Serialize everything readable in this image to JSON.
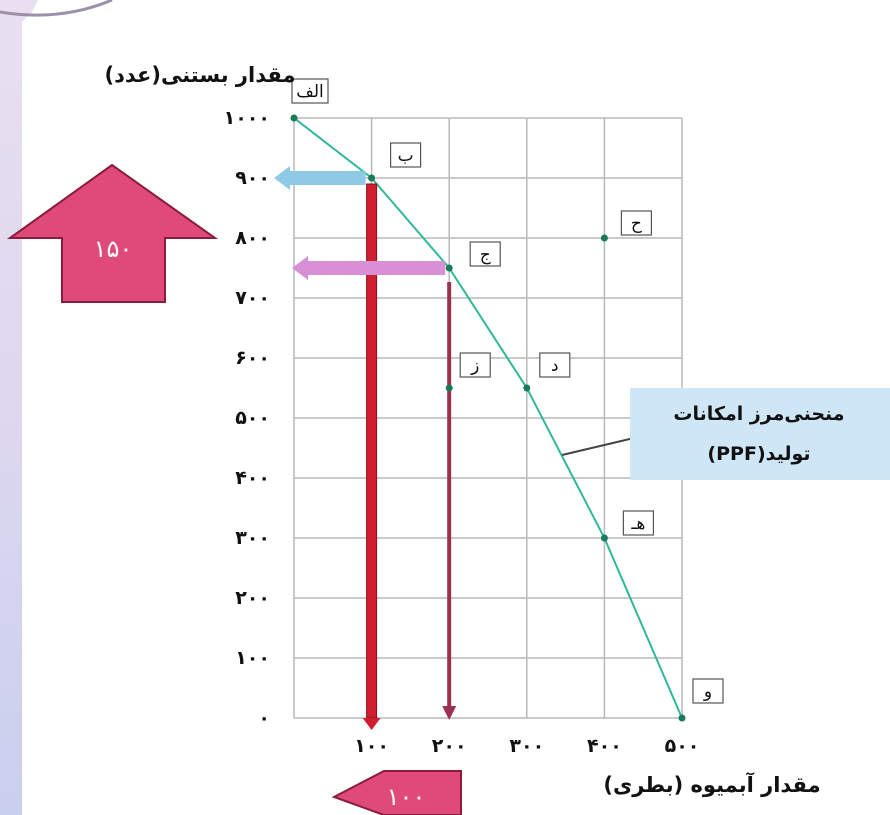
{
  "colors": {
    "curve": "#2fb89a",
    "grid": "#b9b9b9",
    "point": "#1a7a5c",
    "red_line": "#d01d2f",
    "maroon_line": "#9b3150",
    "blue_arrow": "#8ecae6",
    "pink_arrow": "#d98fd6",
    "callout_arrow": "#e04a78",
    "callout_box": "#cfe6f7"
  },
  "chart_data": {
    "type": "line",
    "title": "",
    "ylabel": "مقدار بستنی(عدد)",
    "xlabel": "مقدار آبمیوه (بطری)",
    "xlim": [
      0,
      500
    ],
    "ylim": [
      0,
      1000
    ],
    "x_ticks": [
      {
        "value": 100,
        "label": "۱۰۰"
      },
      {
        "value": 200,
        "label": "۲۰۰"
      },
      {
        "value": 300,
        "label": "۳۰۰"
      },
      {
        "value": 400,
        "label": "۴۰۰"
      },
      {
        "value": 500,
        "label": "۵۰۰"
      }
    ],
    "y_ticks": [
      {
        "value": 0,
        "label": "۰"
      },
      {
        "value": 100,
        "label": "۱۰۰"
      },
      {
        "value": 200,
        "label": "۲۰۰"
      },
      {
        "value": 300,
        "label": "۳۰۰"
      },
      {
        "value": 400,
        "label": "۴۰۰"
      },
      {
        "value": 500,
        "label": "۵۰۰"
      },
      {
        "value": 600,
        "label": "۶۰۰"
      },
      {
        "value": 700,
        "label": "۷۰۰"
      },
      {
        "value": 800,
        "label": "۸۰۰"
      },
      {
        "value": 900,
        "label": "۹۰۰"
      },
      {
        "value": 1000,
        "label": "۱۰۰۰"
      }
    ],
    "grid": true,
    "curve_points": [
      {
        "label": "الف",
        "x": 0,
        "y": 1000
      },
      {
        "label": "ب",
        "x": 100,
        "y": 900
      },
      {
        "label": "ج",
        "x": 200,
        "y": 750
      },
      {
        "label": "د",
        "x": 300,
        "y": 550
      },
      {
        "label": "هـ",
        "x": 400,
        "y": 300
      },
      {
        "label": "و",
        "x": 500,
        "y": 0
      }
    ],
    "other_points": [
      {
        "label": "ح",
        "x": 400,
        "y": 800
      },
      {
        "label": "ز",
        "x": 200,
        "y": 550
      }
    ],
    "curve_label": [
      "منحنی‌مرز امکانات",
      "تولید(PPF)"
    ]
  },
  "annotations": {
    "up_arrow_label": "۱۵۰",
    "left_arrow_label": "۱۰۰"
  }
}
